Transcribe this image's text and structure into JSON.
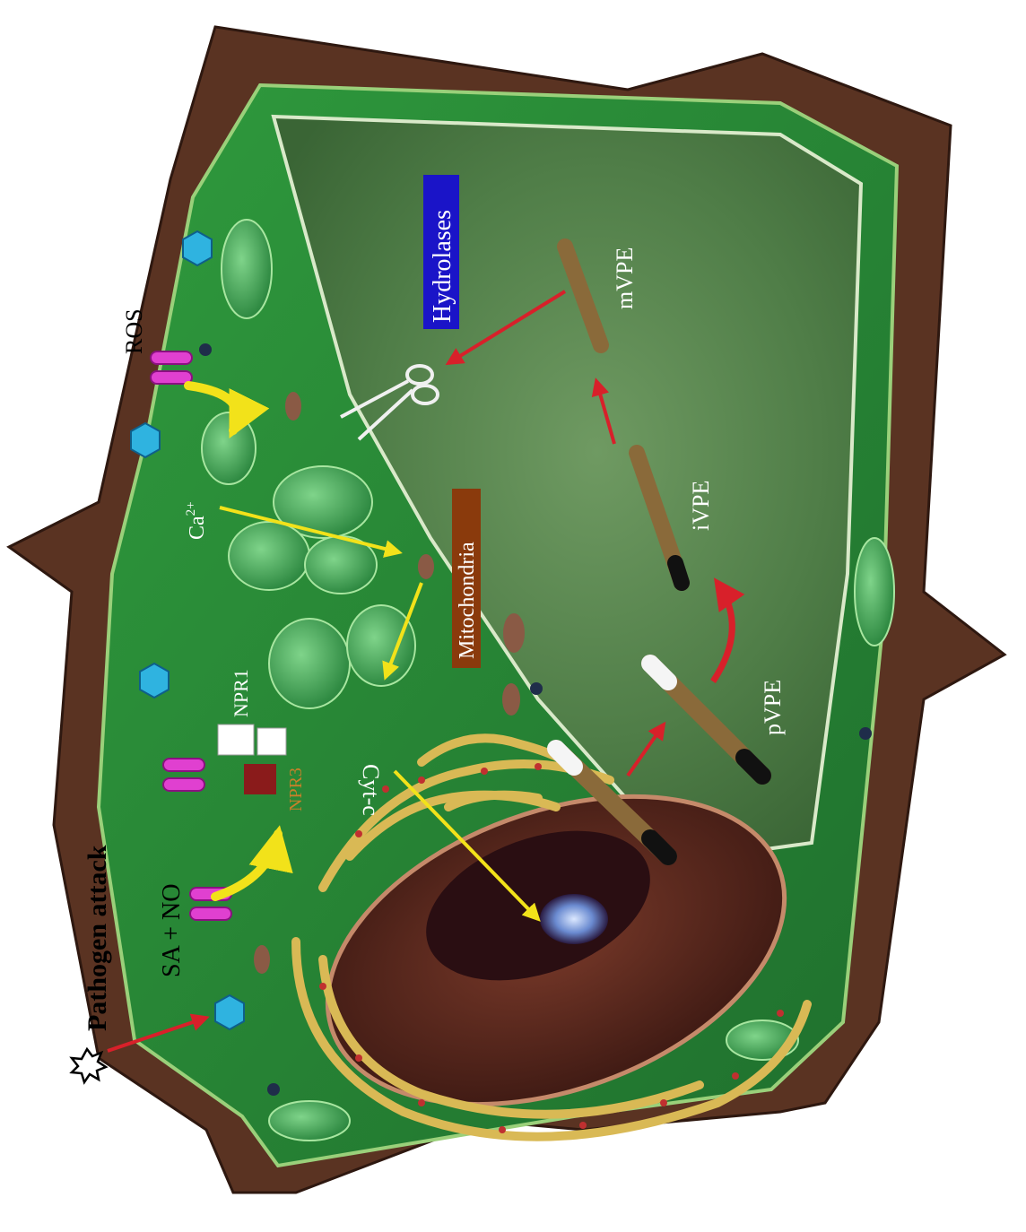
{
  "labels": {
    "pathogen_attack": "Pathogen attack",
    "sa_no": "SA + NO",
    "ros": "ROS",
    "ca": "Ca",
    "ca_sup": "2+",
    "npr1": "NPR1",
    "npr3": "NPR3",
    "cyt_c": "Cyt-c",
    "mitochondria": "Mitochondria",
    "hydrolases": "Hydrolases",
    "mvpe": "mVPE",
    "ivpe": "iVPE",
    "pvpe": "pVPE"
  },
  "colors": {
    "cell_wall": "#5a3322",
    "cytoplasm": "#2f8a3c",
    "vacuole": "#5f8a55",
    "nucleus": "#5a2a22",
    "golgi": "#d9b955",
    "receptor": "#2fb3e0",
    "channel": "#e040d0",
    "arrow_red": "#d8202a",
    "arrow_yellow": "#f2e21a",
    "hydrolases_bg": "#1a14c8",
    "mitochondria_bg": "#8a3a0c"
  },
  "icons": [
    "explosion-icon",
    "scissors-icon",
    "puzzle-icon",
    "hexagon-receptor-icon"
  ]
}
